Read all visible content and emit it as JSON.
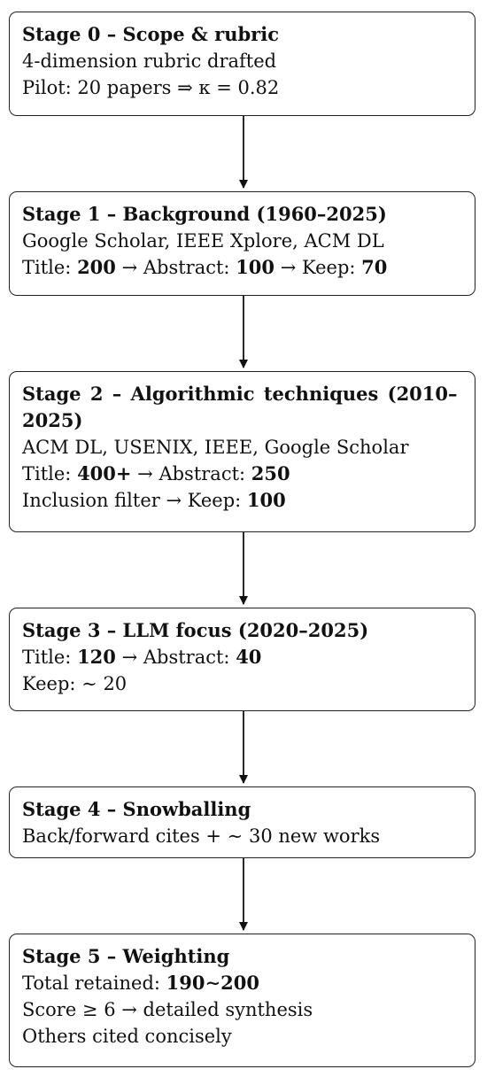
{
  "stages": [
    {
      "title": "Stage 0 – Scope & rubric",
      "lines": [
        {
          "parts": [
            {
              "t": "4-dimension rubric drafted"
            }
          ]
        },
        {
          "parts": [
            {
              "t": "Pilot: 20 papers ⇒ κ = 0.82"
            }
          ]
        }
      ]
    },
    {
      "title": "Stage 1 – Background (1960–2025)",
      "lines": [
        {
          "parts": [
            {
              "t": "Google Scholar, IEEE Xplore, ACM DL"
            }
          ]
        },
        {
          "parts": [
            {
              "t": "Title: "
            },
            {
              "t": "200",
              "b": true
            },
            {
              "t": " → Abstract: "
            },
            {
              "t": "100",
              "b": true
            },
            {
              "t": " → Keep: "
            },
            {
              "t": "70",
              "b": true
            }
          ]
        }
      ]
    },
    {
      "title": "Stage 2 – Algorithmic techniques (2010–2025)",
      "lines": [
        {
          "parts": [
            {
              "t": "ACM DL, USENIX, IEEE, Google Scholar"
            }
          ]
        },
        {
          "parts": [
            {
              "t": "Title: "
            },
            {
              "t": "400+",
              "b": true
            },
            {
              "t": " → Abstract: "
            },
            {
              "t": "250",
              "b": true
            }
          ]
        },
        {
          "parts": [
            {
              "t": "Inclusion filter → Keep: "
            },
            {
              "t": "100",
              "b": true
            }
          ]
        }
      ]
    },
    {
      "title": "Stage 3 – LLM focus (2020–2025)",
      "lines": [
        {
          "parts": [
            {
              "t": "Title: "
            },
            {
              "t": "120",
              "b": true
            },
            {
              "t": " → Abstract: "
            },
            {
              "t": "40",
              "b": true
            }
          ]
        },
        {
          "parts": [
            {
              "t": "Keep: ∼ 20"
            }
          ]
        }
      ]
    },
    {
      "title": "Stage 4 – Snowballing",
      "lines": [
        {
          "parts": [
            {
              "t": "Back/forward cites + ∼ 30 new works"
            }
          ]
        }
      ]
    },
    {
      "title": "Stage 5 – Weighting",
      "lines": [
        {
          "parts": [
            {
              "t": "Total retained: "
            },
            {
              "t": "190∼200",
              "b": true
            }
          ]
        },
        {
          "parts": [
            {
              "t": "Score ≥ 6 → detailed synthesis"
            }
          ]
        },
        {
          "parts": [
            {
              "t": "Others cited concisely"
            }
          ]
        }
      ]
    }
  ]
}
